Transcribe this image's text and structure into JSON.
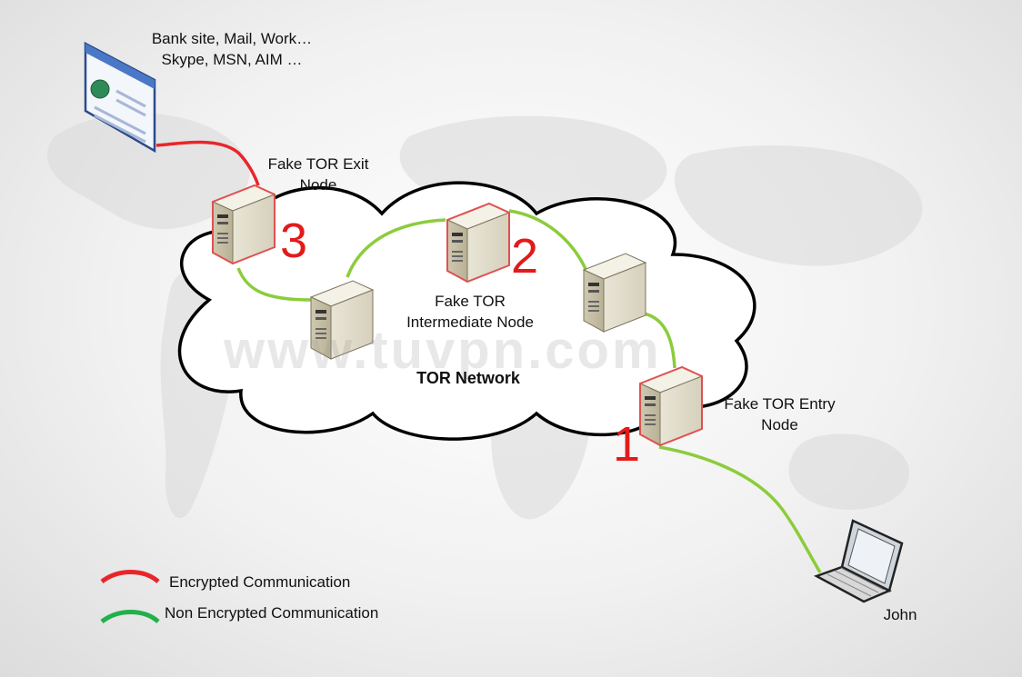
{
  "destination": {
    "line1": "Bank site, Mail, Work…",
    "line2": "Skype, MSN, AIM …",
    "icon": "browser-window-icon"
  },
  "nodes": {
    "exit": {
      "line1": "Fake TOR Exit",
      "line2": "Node",
      "number": "3"
    },
    "intermediate": {
      "line1": "Fake TOR",
      "line2": "Intermediate Node",
      "number": "2"
    },
    "entry": {
      "line1": "Fake TOR Entry",
      "line2": "Node",
      "number": "1"
    }
  },
  "network": {
    "label": "TOR Network"
  },
  "user": {
    "label": "John",
    "icon": "laptop-icon"
  },
  "watermark": "www.tuvpn.com",
  "legend": {
    "encrypted": "Encrypted Communication",
    "non_encrypted": "Non Encrypted Communication"
  },
  "colors": {
    "encrypted": "#e8262a",
    "non_encrypted": "#8ccc3c",
    "number": "#e31a1a",
    "fake_node_outline": "#e05050"
  }
}
